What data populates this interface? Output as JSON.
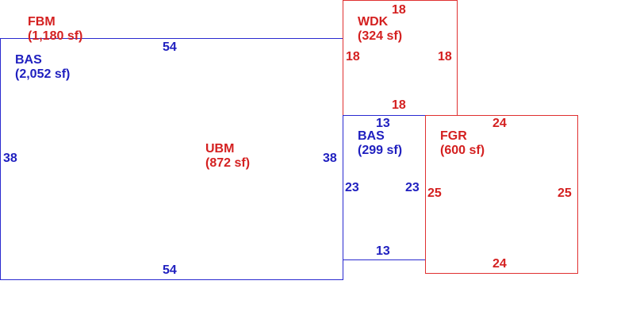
{
  "colors": {
    "blue": "#1f1fbf",
    "red": "#d42020"
  },
  "areas": {
    "fbm": {
      "code": "FBM",
      "area": "(1,180 sf)"
    },
    "bas_main": {
      "code": "BAS",
      "area": "(2,052 sf)"
    },
    "ubm": {
      "code": "UBM",
      "area": "(872 sf)"
    },
    "wdk": {
      "code": "WDK",
      "area": "(324 sf)"
    },
    "bas_small": {
      "code": "BAS",
      "area": "(299 sf)"
    },
    "fgr": {
      "code": "FGR",
      "area": "(600 sf)"
    }
  },
  "dimensions": {
    "main_top": "54",
    "main_bottom": "54",
    "main_left": "38",
    "main_right": "38",
    "wdk_top": "18",
    "wdk_left": "18",
    "wdk_right": "18",
    "wdk_bottom": "18",
    "bas_small_top": "13",
    "bas_small_left": "23",
    "bas_small_right": "23",
    "bas_small_bottom": "13",
    "fgr_top": "24",
    "fgr_left": "25",
    "fgr_right": "25",
    "fgr_bottom": "24"
  }
}
